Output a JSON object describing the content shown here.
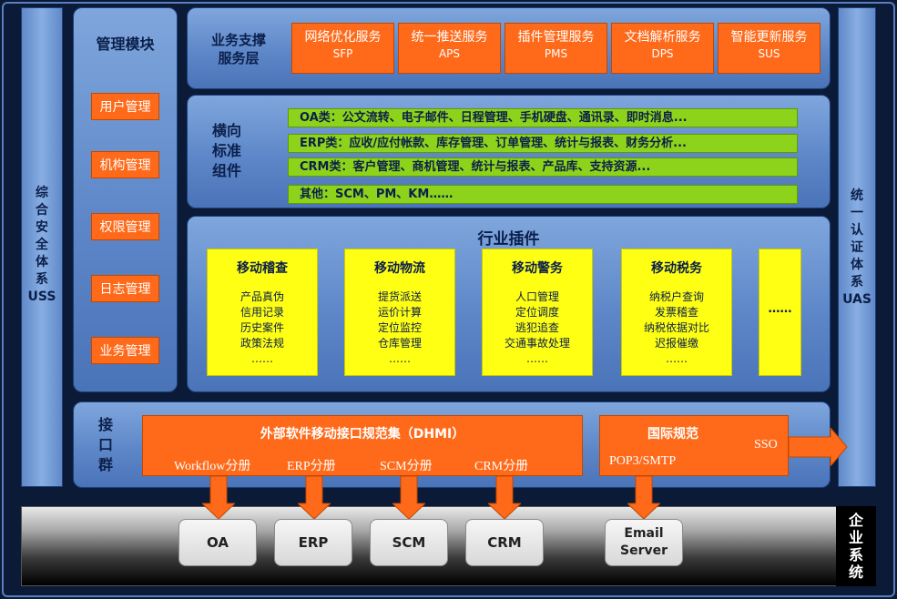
{
  "left_side": {
    "label": "综\n合\n安\n全\n体\n系\nUSS"
  },
  "right_side": {
    "label": "统\n一\n认\n证\n体\n系\nUAS"
  },
  "management": {
    "title": "管理模块",
    "items": [
      "用户管理",
      "机构管理",
      "权限管理",
      "日志管理",
      "业务管理"
    ]
  },
  "service_layer": {
    "title": "业务支撑\n服务层",
    "services": [
      {
        "name": "网络优化服务",
        "code": "SFP"
      },
      {
        "name": "统一推送服务",
        "code": "APS"
      },
      {
        "name": "插件管理服务",
        "code": "PMS"
      },
      {
        "name": "文档解析服务",
        "code": "DPS"
      },
      {
        "name": "智能更新服务",
        "code": "SUS"
      }
    ]
  },
  "horizontal_components": {
    "title": "横向\n标准\n组件",
    "rows": [
      "OA类：公文流转、电子邮件、日程管理、手机硬盘、通讯录、即时消息...",
      "ERP类：应收/应付帐款、库存管理、订单管理、统计与报表、财务分析...",
      "CRM类：客户管理、商机管理、统计与报表、产品库、支持资源...",
      "其他：SCM、PM、KM……"
    ]
  },
  "industry_plugins": {
    "title": "行业插件",
    "cards": [
      {
        "title": "移动稽查",
        "items": "产品真伪\n信用记录\n历史案件\n政策法规\n……"
      },
      {
        "title": "移动物流",
        "items": "提货派送\n运价计算\n定位监控\n仓库管理\n……"
      },
      {
        "title": "移动警务",
        "items": "人口管理\n定位调度\n逃犯追查\n交通事故处理\n……"
      },
      {
        "title": "移动税务",
        "items": "纳税户查询\n发票稽查\n纳税依据对比\n迟报催缴\n……"
      }
    ],
    "more": "……"
  },
  "interface_group": {
    "title": "接\n口\n群",
    "dhmi": {
      "title": "外部软件移动接口规范集（DHMI）",
      "subs": [
        "Workflow分册",
        "ERP分册",
        "SCM分册",
        "CRM分册"
      ]
    },
    "intl": {
      "title": "国际规范",
      "pop": "POP3/SMTP",
      "sso": "SSO"
    }
  },
  "enterprise": {
    "label": "企\n业\n系\n统",
    "systems": [
      "OA",
      "ERP",
      "SCM",
      "CRM",
      "Email\nServer"
    ]
  },
  "colors": {
    "orange": "#ff6a1a",
    "green": "#8ed31b",
    "yellow": "#ffff14",
    "panel_blue": "#5d87c8"
  }
}
